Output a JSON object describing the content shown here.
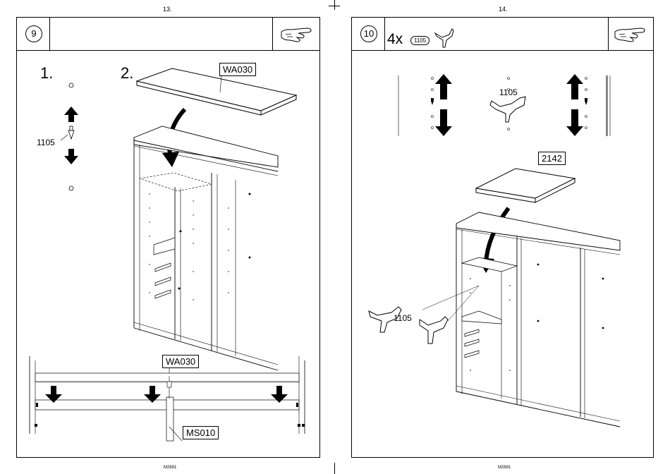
{
  "left_page": {
    "page_number": "13.",
    "footer": "M2691",
    "step_number": "9",
    "sub_step_1": "1.",
    "sub_step_2": "2.",
    "part_label_fitting": "1105",
    "part_label_top": "WA030",
    "part_label_detail_top": "WA030",
    "part_label_detail_bottom": "MS010"
  },
  "right_page": {
    "page_number": "14.",
    "footer": "M2691",
    "step_number": "10",
    "quantity": "4x",
    "quantity_part": "1105",
    "part_label_top_fitting": "1105",
    "part_label_panel": "2142",
    "part_label_bottom_fitting": "1105"
  },
  "icons": {
    "hand": "hand-pointing-icon",
    "arrow_up": "arrow-up-icon",
    "arrow_down": "arrow-down-icon",
    "fitting": "shelf-support-icon"
  }
}
